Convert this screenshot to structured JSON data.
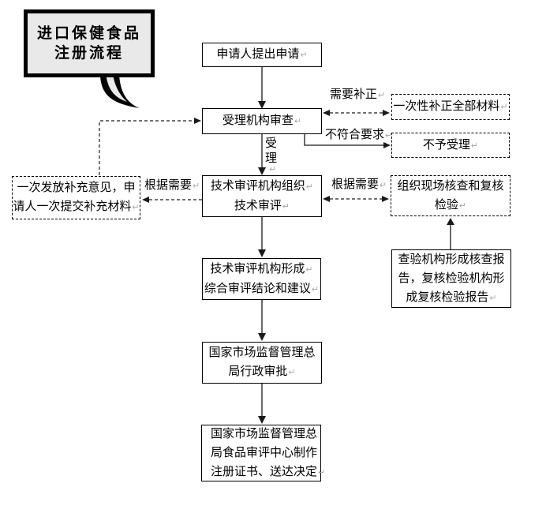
{
  "bubble": {
    "line1": "进口保健食品",
    "line2": "注册流程"
  },
  "return_mark": "↵",
  "nodes": {
    "apply": {
      "line1": "申请人提出申请"
    },
    "accept": {
      "line1": "受理机构审查"
    },
    "correction": {
      "line1": "一次性补正全部材料"
    },
    "reject": {
      "line1": "不予受理"
    },
    "tech": {
      "line1": "技术审评机构组织",
      "line2": "技术审评"
    },
    "supplement": {
      "line1": "一次发放补充意见，申",
      "line2": "请人一次提交补充材料"
    },
    "onsite": {
      "line1": "组织现场核查和复核",
      "line2": "检验"
    },
    "report": {
      "line1": "查验机构形成核查报",
      "line2": "告，复核检验机构形",
      "line3": "成复核检验报告"
    },
    "conclusion": {
      "line1": "技术审评机构形成",
      "line2": "综合审评结论和建议"
    },
    "approval": {
      "line1": "国家市场监督管理总",
      "line2": "局行政审批"
    },
    "certificate": {
      "line1": "国家市场监督管理总",
      "line2": "局食品审评中心制作",
      "line3": "注册证书、送达决定"
    }
  },
  "labels": {
    "need_correction": "需要补正",
    "not_qualified": "不符合要求",
    "accepted": "受理",
    "as_needed_left": "根据需要",
    "as_needed_right": "根据需要"
  },
  "colors": {
    "line": "#1a1a1a",
    "bubble_fill": "#e9e9e9",
    "return_mark": "#a9a9a9"
  }
}
